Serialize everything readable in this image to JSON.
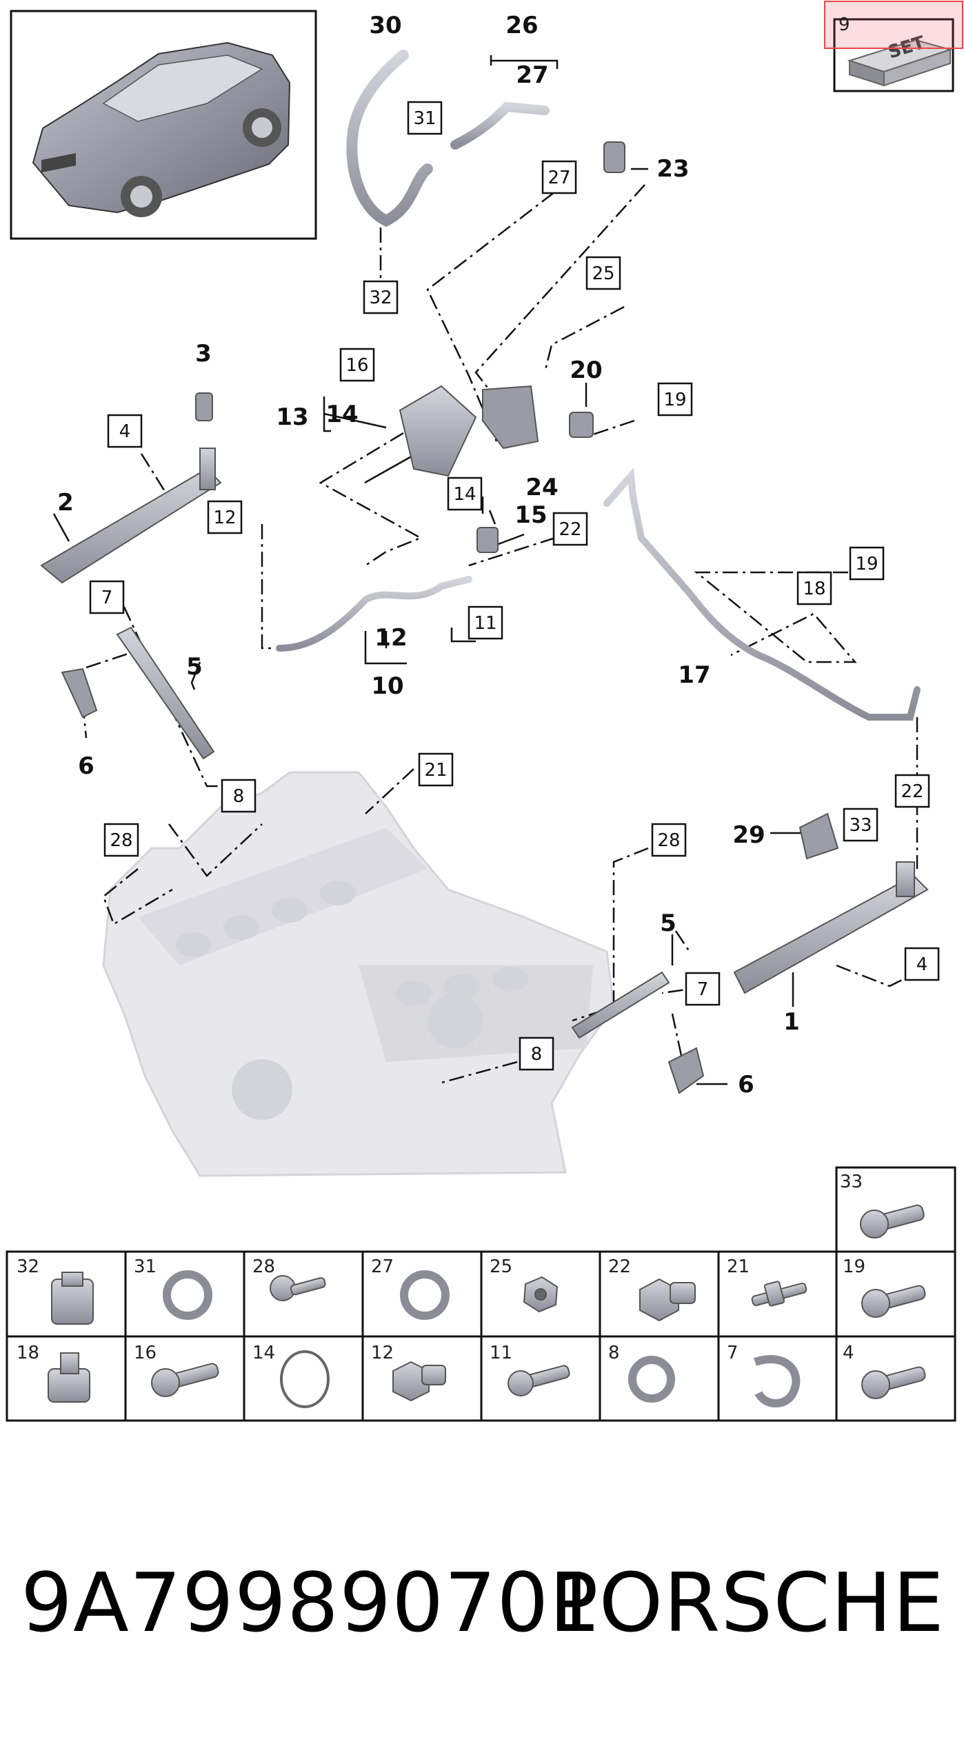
{
  "footer": {
    "part_number": "9A799890701",
    "brand": "PORSCHE"
  },
  "kit": {
    "number": "9",
    "label": "SET"
  },
  "bold_callouts": [
    "30",
    "26",
    "27",
    "23",
    "20",
    "3",
    "13",
    "14",
    "16",
    "24",
    "15",
    "2",
    "12",
    "10",
    "5",
    "6",
    "17",
    "29",
    "5",
    "1",
    "6"
  ],
  "boxed_callouts": [
    "31",
    "27",
    "32",
    "25",
    "19",
    "16",
    "4",
    "12",
    "14",
    "22",
    "7",
    "11",
    "18",
    "19",
    "8",
    "21",
    "28",
    "28",
    "22",
    "33",
    "7",
    "4",
    "8"
  ],
  "parts_grid": {
    "top_cell": "33",
    "row1": [
      "32",
      "31",
      "28",
      "27",
      "25",
      "22",
      "21",
      "19"
    ],
    "row2": [
      "18",
      "16",
      "14",
      "12",
      "11",
      "8",
      "7",
      "4"
    ]
  },
  "colors": {
    "line": "#111111",
    "part_fill": "#a7a7b2",
    "engine_fill": "#e3e3e6",
    "kit_highlight": "#e8484f"
  }
}
